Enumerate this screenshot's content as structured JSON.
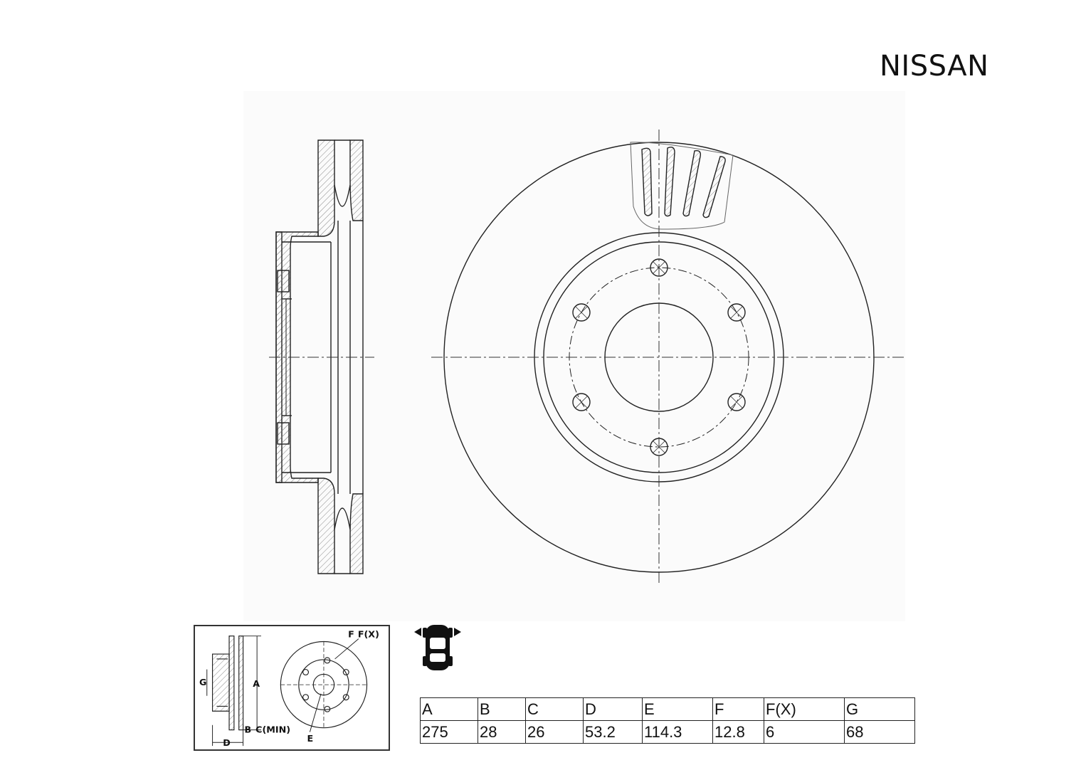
{
  "brand": "NISSAN",
  "mini_labels": {
    "f": "F",
    "fx": "F(X)",
    "g": "G",
    "a": "A",
    "b": "B",
    "c_min": "C(MIN)",
    "d": "D",
    "e": "E"
  },
  "table": {
    "headers": [
      "A",
      "B",
      "C",
      "D",
      "E",
      "F",
      "F(X)",
      "G"
    ],
    "values": [
      "275",
      "28",
      "26",
      "53.2",
      "114.3",
      "12.8",
      "6",
      "68"
    ]
  },
  "icons": {
    "car": "front-axle-car-icon"
  }
}
